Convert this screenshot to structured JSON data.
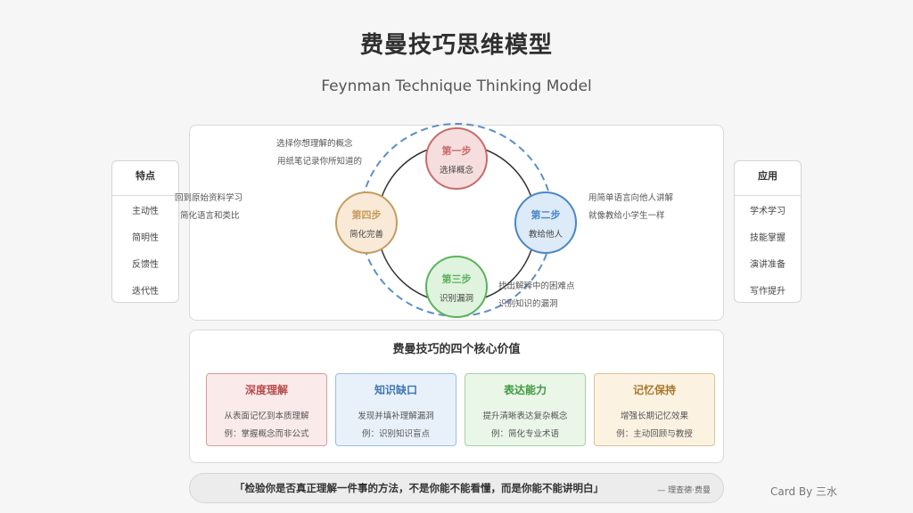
{
  "header": {
    "title": "费曼技巧思维模型",
    "subtitle": "Feynman Technique Thinking Model"
  },
  "left_panel": {
    "heading": "特点",
    "items": [
      "主动性",
      "简明性",
      "反馈性",
      "迭代性"
    ]
  },
  "right_panel": {
    "heading": "应用",
    "items": [
      "学术学习",
      "技能掌握",
      "演讲准备",
      "写作提升"
    ]
  },
  "steps": [
    {
      "title": "第一步",
      "desc": "选择概念",
      "color": "#c96a6a",
      "fill": "#f6dede"
    },
    {
      "title": "第二步",
      "desc": "教给他人",
      "color": "#4a86c8",
      "fill": "#ddeaf7"
    },
    {
      "title": "第三步",
      "desc": "识别漏洞",
      "color": "#59b359",
      "fill": "#e0f3de"
    },
    {
      "title": "第四步",
      "desc": "简化完善",
      "color": "#c89a5e",
      "fill": "#f8ead7"
    }
  ],
  "notes": {
    "step1": [
      "选择你想理解的概念",
      "用纸笔记录你所知道的"
    ],
    "step2": [
      "用简单语言向他人讲解",
      "就像教给小学生一样"
    ],
    "step3": [
      "找出解释中的困难点",
      "识别知识的漏洞"
    ],
    "step4": [
      "回到原始资料学习",
      "简化语言和类比"
    ]
  },
  "values": {
    "title": "费曼技巧的四个核心价值",
    "cards": [
      {
        "title": "深度理解",
        "desc": "从表面记忆到本质理解",
        "example": "例：掌握概念而非公式",
        "color": "#b84a4a",
        "border": "#d99a9a",
        "fill": "#fbeaea"
      },
      {
        "title": "知识缺口",
        "desc": "发现并填补理解漏洞",
        "example": "例：识别知识盲点",
        "color": "#3f74b3",
        "border": "#9dbde3",
        "fill": "#e8f1fa"
      },
      {
        "title": "表达能力",
        "desc": "提升清晰表达复杂概念",
        "example": "例：简化专业术语",
        "color": "#3f9a3f",
        "border": "#a3d3a3",
        "fill": "#eaf6e8"
      },
      {
        "title": "记忆保持",
        "desc": "增强长期记忆效果",
        "example": "例：主动回顾与教授",
        "color": "#a8772e",
        "border": "#dcbf92",
        "fill": "#fcf2e2"
      }
    ]
  },
  "quote": {
    "text": "「检验你是否真正理解一件事的方法，不是你能不能看懂，而是你能不能讲明白」",
    "author": "— 理查德·费曼"
  },
  "credit": "Card By 三水"
}
